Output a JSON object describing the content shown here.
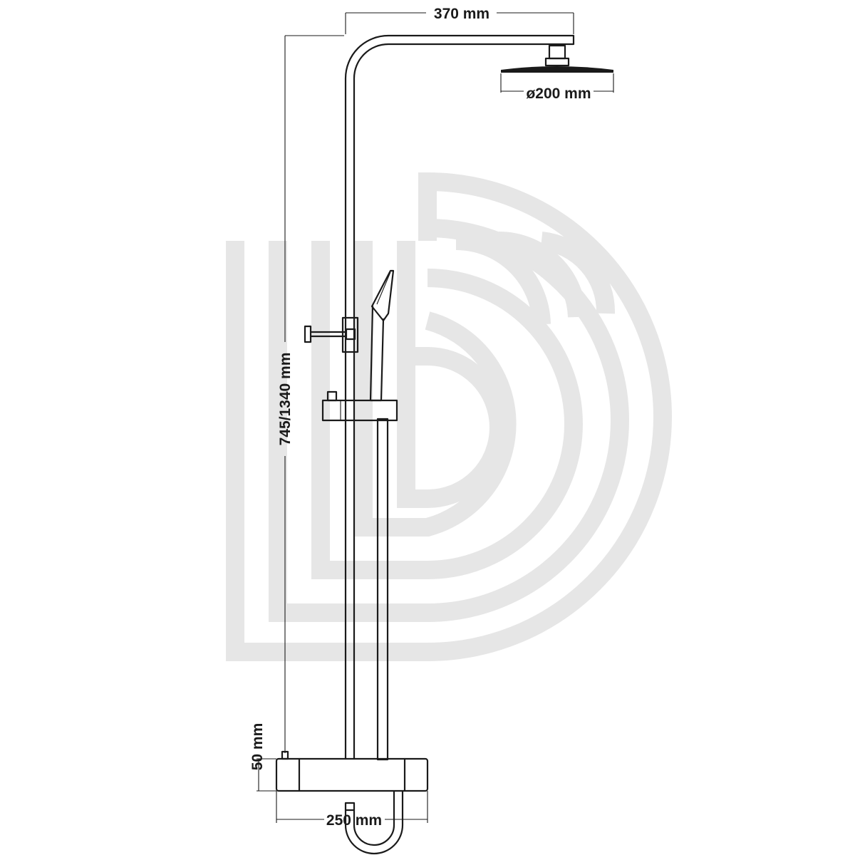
{
  "dimensions": {
    "arm_length": "370 mm",
    "head_diameter": "ø200 mm",
    "height_range": "745/1340 mm",
    "inlet_height": "50 mm",
    "valve_width": "250 mm"
  },
  "colors": {
    "line": "#1a1a1a",
    "watermark": "#e6e6e6",
    "background": "#ffffff"
  }
}
